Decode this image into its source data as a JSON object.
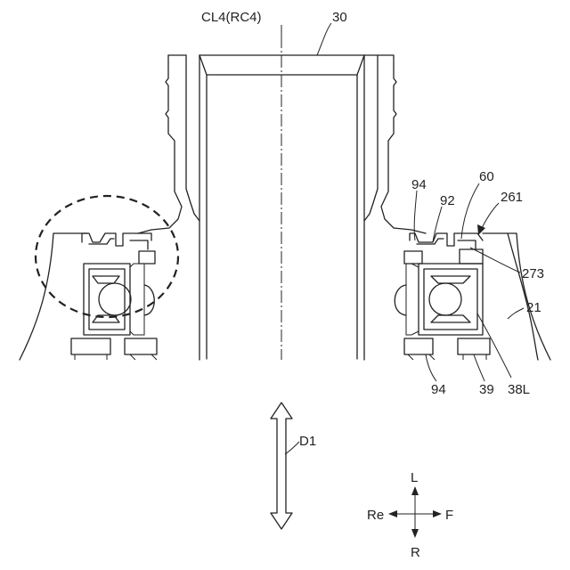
{
  "labels": {
    "centerline": "CL4(RC4)",
    "tube": "30",
    "ring_94_top": "94",
    "ring_92": "92",
    "ring_60": "60",
    "ring_261": "261",
    "ring_273": "273",
    "frame_21": "21",
    "ring_94_bottom": "94",
    "ring_39": "39",
    "bearing_38L": "38L",
    "axis_d1": "D1"
  },
  "compass": {
    "up": "L",
    "down": "R",
    "left": "Re",
    "right": "F"
  }
}
